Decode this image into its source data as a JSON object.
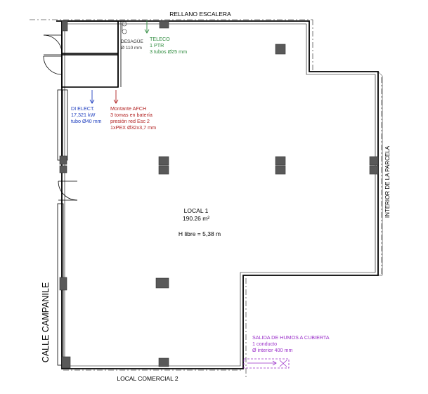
{
  "labels": {
    "top": "RELLANO ESCALERA",
    "bottom": "LOCAL COMERCIAL 2",
    "left": "CALLE CAMPANILE",
    "right": "INTERIOR DE LA PARCELA"
  },
  "desague": {
    "title": "DESAGÜE",
    "spec": "Ø 110 mm"
  },
  "teleco": {
    "title": "TELECO",
    "line1": "1 PTR",
    "line2": "3 tubos Ø25 mm"
  },
  "di_elect": {
    "title": "DI ELECT.",
    "line1": "17,321 kW",
    "line2": "tubo Ø40 mm"
  },
  "montante": {
    "title": "Montante AFCH",
    "line1": "3 tomas en batería",
    "line2": "presión red Esc 2",
    "line3": "1xPEX Ø32x3,7 mm"
  },
  "local": {
    "name": "LOCAL 1",
    "area": "190.26 m²",
    "height": "H libre = 5,38 m"
  },
  "humos": {
    "title": "SALIDA DE HUMOS A CUBIERTA",
    "line1": "1 conducto",
    "line2": "Ø interior 400 mm"
  },
  "colors": {
    "wall": "#000000",
    "column": "#595959",
    "teleco": "#2e8b3e",
    "electric": "#1f3fbf",
    "water": "#b22222",
    "smoke": "#9a2fc9"
  }
}
